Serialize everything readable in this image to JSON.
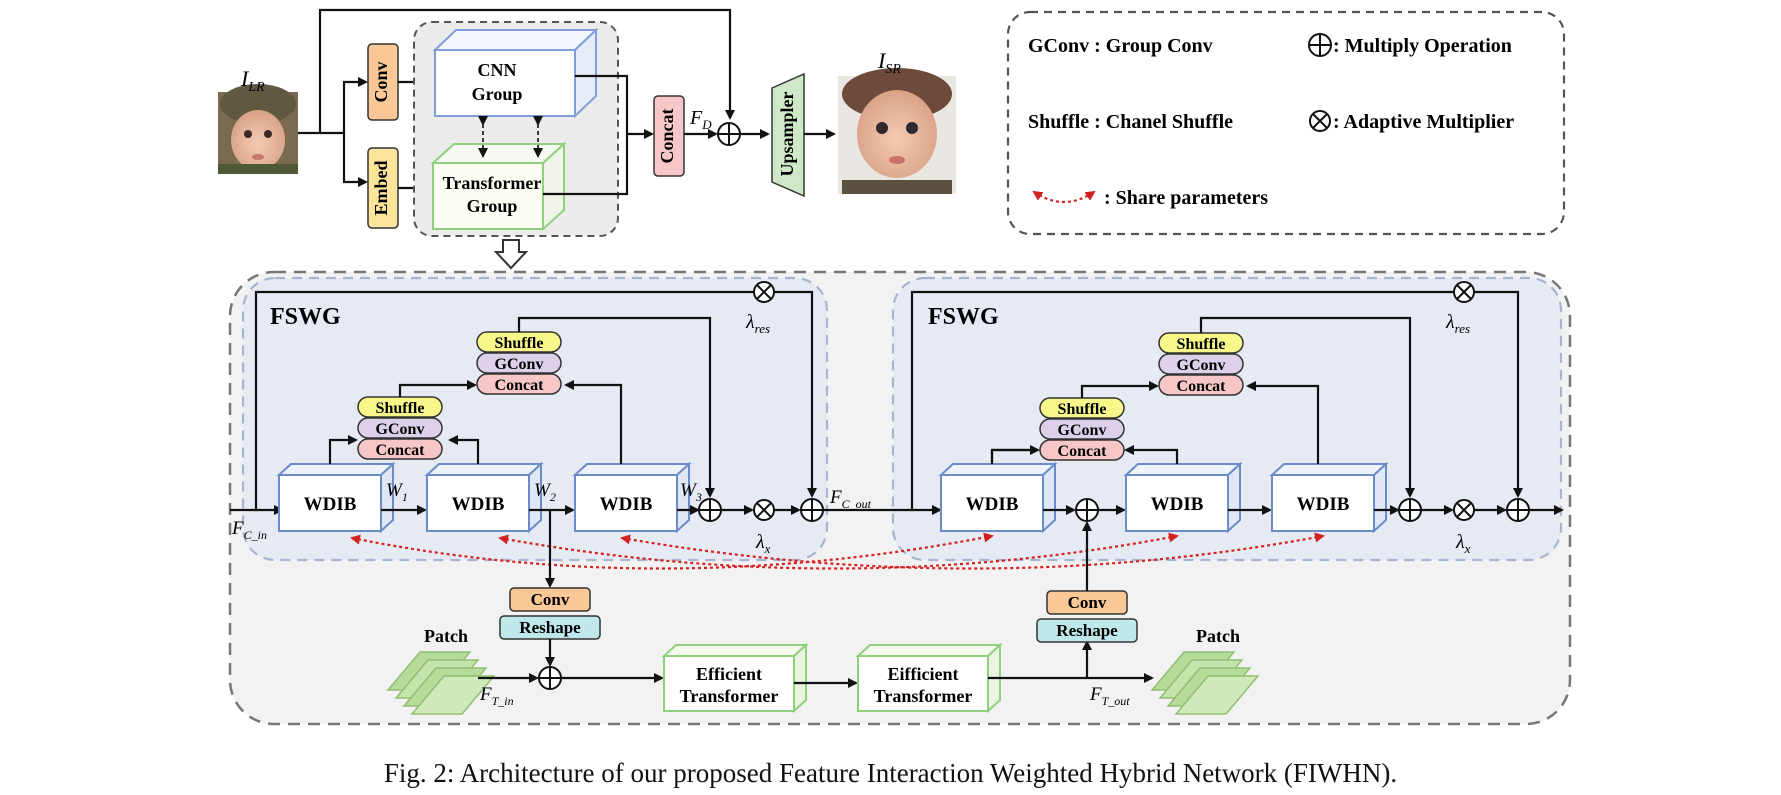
{
  "caption": "Fig. 2: Architecture of our proposed Feature Interaction Weighted Hybrid Network (FIWHN).",
  "top": {
    "input_label": "I",
    "input_sub": "LR",
    "output_label": "I",
    "output_sub": "SR",
    "conv": "Conv",
    "embed": "Embed",
    "cnn_group": [
      "CNN",
      "Group"
    ],
    "transformer_group": [
      "Transformer",
      "Group"
    ],
    "concat": "Concat",
    "fd_label": "F",
    "fd_sub": "D",
    "upsampler": "Upsampler"
  },
  "legend": {
    "gconv": "GConv : Group Conv",
    "shuffle": "Shuffle : Chanel Shuffle",
    "share": ":  Share parameters",
    "multiply": ": Multiply Operation",
    "adaptive": ": Adaptive Multiplier"
  },
  "fswg": {
    "title": "FSWG",
    "wdib": "WDIB",
    "shuffle": "Shuffle",
    "gconv": "GConv",
    "concat": "Concat",
    "lambda": "λ",
    "res_sub": "res",
    "x_sub": "x",
    "w_label": "W",
    "w1": "1",
    "w2": "2",
    "w3": "3",
    "f_label": "F",
    "fc_in_sub": "C_in",
    "fc_out_sub": "C_out"
  },
  "transformer_branch": {
    "conv": "Conv",
    "reshape": "Reshape",
    "patch": "Patch",
    "efficient_transformer": [
      "Efficient",
      "Transformer"
    ],
    "eifficient_transformer": [
      "Eifficient",
      "Transformer"
    ],
    "f_label": "F",
    "ft_in_sub": "T_in",
    "ft_out_sub": "T_out"
  },
  "colors": {
    "conv_fill": "#f9c896",
    "embed_fill": "#fce49b",
    "concat_fill": "#f7c7c7",
    "shuffle_fill": "#f9f78a",
    "gconv_fill": "#ddd0ea",
    "reshape_fill": "#bfe8ea",
    "upsampler_fill": "#cfe8c8",
    "cnn_edge": "#7f9fd9",
    "transformer_edge": "#8fd07d",
    "wdib_edge": "#6a8cc9",
    "fswg_fill": "#e6eaf3",
    "outer_fill": "#f2f2f2",
    "share_red": "#d42020"
  }
}
